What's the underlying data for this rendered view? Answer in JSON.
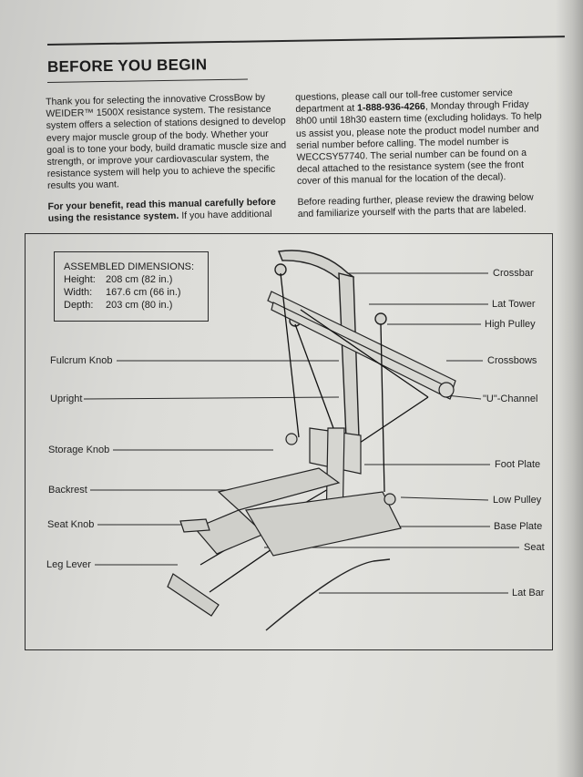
{
  "section": {
    "heading": "BEFORE YOU BEGIN"
  },
  "intro": {
    "para1": "Thank you for selecting the innovative CrossBow by WEIDER™ 1500X resistance system. The resistance system offers a selection of stations designed to develop every major muscle group of the body. Whether your goal is to tone your body, build dramatic muscle size and strength, or improve your cardiovascular system, the resistance system will help you to achieve the specific results you want.",
    "para2_bold": "For your benefit, read this manual carefully before using the resistance system.",
    "para2_rest": " If you have additional",
    "col2_before_phone": "questions, please call our toll-free customer service department at ",
    "phone": "1-888-936-4266",
    "col2_after_phone": ", Monday through Friday 8h00 until 18h30 eastern time (excluding holidays. To help us assist you, please note the product model number and serial number before calling. The model number is WECCSY57740. The serial number can be found on a decal attached to the resistance system (see the front cover of this manual for the location of the decal).",
    "para3": "Before reading further, please review the drawing below and familiarize yourself with the parts that are labeled."
  },
  "dimensions": {
    "title": "ASSEMBLED DIMENSIONS:",
    "rows": [
      {
        "label": "Height:",
        "value": "208 cm (82 in.)"
      },
      {
        "label": "Width:",
        "value": "167.6 cm (66 in.)"
      },
      {
        "label": "Depth:",
        "value": "203 cm (80 in.)"
      }
    ]
  },
  "parts_left": [
    "Fulcrum Knob",
    "Upright",
    "Storage Knob",
    "Backrest",
    "Seat Knob",
    "Leg Lever"
  ],
  "parts_right": [
    "Crossbar",
    "Lat Tower",
    "High Pulley",
    "Crossbows",
    "\"U\"-Channel",
    "Foot Plate",
    "Low Pulley",
    "Base Plate",
    "Seat",
    "Lat Bar"
  ]
}
